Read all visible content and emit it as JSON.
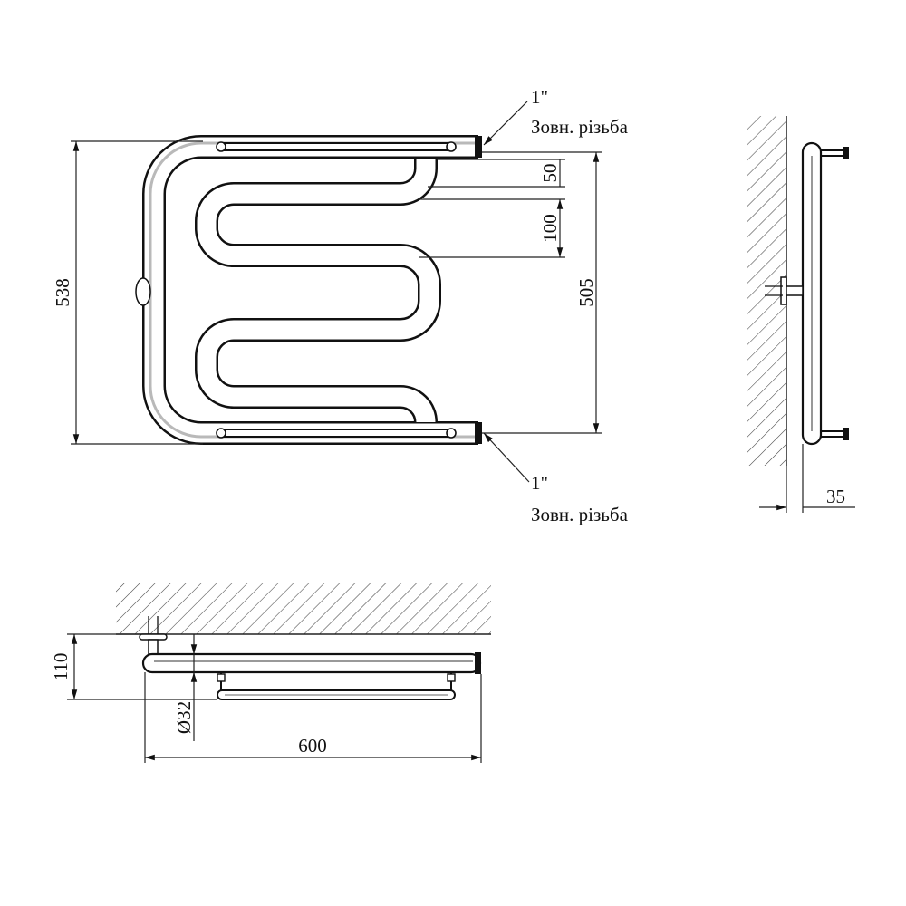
{
  "front_view": {
    "top_note": {
      "size": "1\"",
      "thread": "Зовн. різьба"
    },
    "bottom_note": {
      "size": "1\"",
      "thread": "Зовн. різьба"
    },
    "dim_height_overall": "538",
    "dim_axis_distance": "505",
    "dim_top_gap": "50",
    "dim_loop_pitch": "100"
  },
  "side_view": {
    "dim_wall_offset": "35"
  },
  "top_view": {
    "dim_depth": "110",
    "dim_diameter": "Ø32",
    "dim_width": "600"
  }
}
